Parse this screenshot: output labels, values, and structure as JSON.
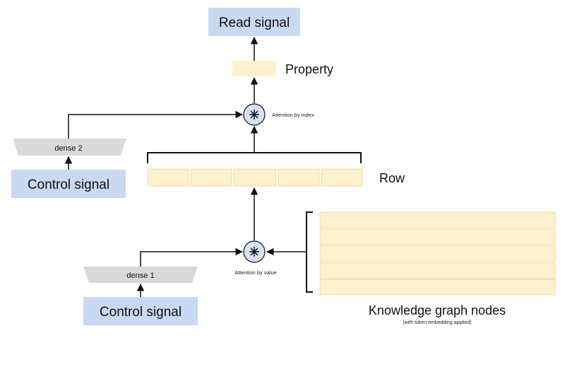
{
  "read_signal": "Read signal",
  "property": "Property",
  "attention_by_index": "Attention by index",
  "row": "Row",
  "dense_2": "dense 2",
  "control_signal_top": "Control signal",
  "dense_1": "dense 1",
  "control_signal_bottom": "Control signal",
  "attention_by_value": "Attention by value",
  "kg_nodes": "Knowledge graph nodes",
  "kg_nodes_note": "(with token embedding applied)",
  "row_cell_count": 5,
  "kg_node_row_count": 5,
  "colors": {
    "signal_box": "#c9d9f2",
    "cell_fill": "#fdf1cf",
    "cell_stroke": "#f0dca0",
    "dense_fill": "#d9d9d9",
    "circle_fill": "#d6e3f5",
    "line": "#111111"
  }
}
